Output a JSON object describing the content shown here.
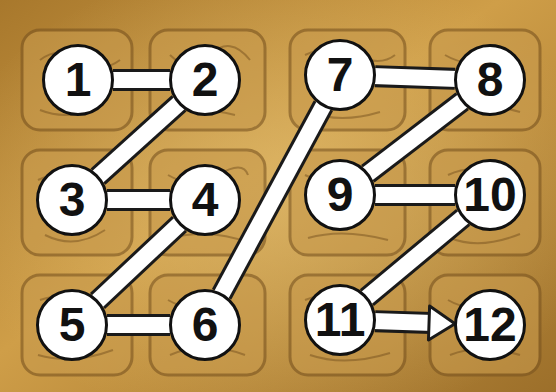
{
  "diagram": {
    "nodes": [
      {
        "text": [
          "1"
        ]
      },
      {
        "text": [
          "2"
        ]
      },
      {
        "text": [
          "3"
        ]
      },
      {
        "text": [
          "4"
        ]
      },
      {
        "text": [
          "5"
        ]
      },
      {
        "text": [
          "6"
        ]
      },
      {
        "text": [
          "7"
        ]
      },
      {
        "text": [
          "8"
        ]
      },
      {
        "text": [
          "9"
        ]
      },
      {
        "text": [
          "10"
        ]
      },
      {
        "text": [
          "11"
        ]
      },
      {
        "text": [
          "12"
        ]
      }
    ],
    "edges": [
      {
        "from": 0,
        "to": 1,
        "arrow": "none"
      },
      {
        "from": 1,
        "to": 2,
        "arrow": "none"
      },
      {
        "from": 2,
        "to": 3,
        "arrow": "none"
      },
      {
        "from": 3,
        "to": 4,
        "arrow": "none"
      },
      {
        "from": 4,
        "to": 5,
        "arrow": "none"
      },
      {
        "from": 5,
        "to": 6,
        "arrow": "none"
      },
      {
        "from": 6,
        "to": 7,
        "arrow": "none"
      },
      {
        "from": 7,
        "to": 8,
        "arrow": "none"
      },
      {
        "from": 8,
        "to": 9,
        "arrow": "none"
      },
      {
        "from": 9,
        "to": 10,
        "arrow": "none"
      },
      {
        "from": 10,
        "to": 11,
        "arrow": "to"
      }
    ]
  }
}
